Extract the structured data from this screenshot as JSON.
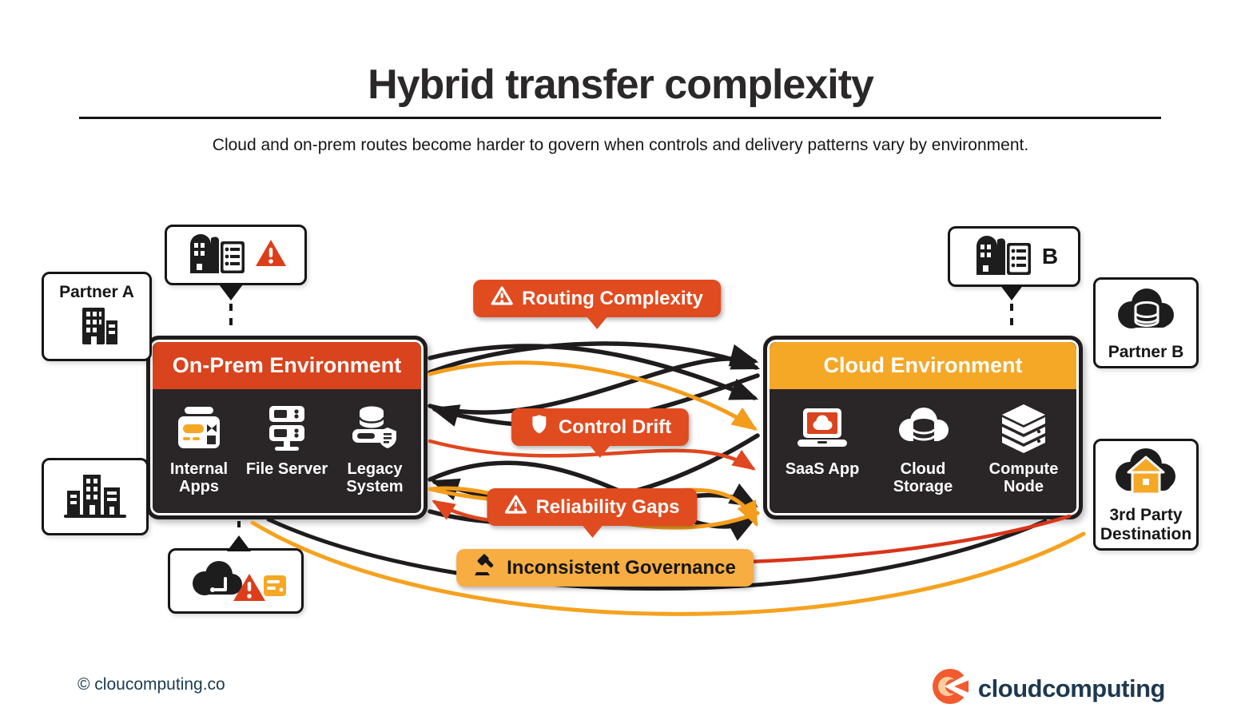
{
  "page": {
    "title": "Hybrid transfer complexity",
    "subtitle": "Cloud and on-prem routes become harder to govern when controls and delivery patterns vary by environment."
  },
  "onprem": {
    "title": "On-Prem Environment",
    "items": [
      {
        "label": "Internal Apps",
        "icon": "internal-apps-icon"
      },
      {
        "label": "File Server",
        "icon": "file-server-icon"
      },
      {
        "label": "Legacy System",
        "icon": "legacy-system-icon"
      }
    ]
  },
  "cloud": {
    "title": "Cloud Environment",
    "items": [
      {
        "label": "SaaS App",
        "icon": "saas-app-icon"
      },
      {
        "label": "Cloud Storage",
        "icon": "cloud-storage-icon"
      },
      {
        "label": "Compute Node",
        "icon": "compute-node-icon"
      }
    ]
  },
  "badges": {
    "routing": {
      "label": "Routing Complexity",
      "icon": "warning-triangle-icon"
    },
    "control": {
      "label": "Control Drift",
      "icon": "shield-icon"
    },
    "reliability": {
      "label": "Reliability Gaps",
      "icon": "warning-triangle-icon"
    },
    "governance": {
      "label": "Inconsistent Governance",
      "icon": "gavel-icon"
    }
  },
  "partners": {
    "partner_a": "Partner A",
    "partner_b": "Partner B",
    "third_party": "3rd Party Destination",
    "site_b_label": "B"
  },
  "footer": {
    "copyright": "© cloucomputing.co",
    "brand": "cloudcomputing"
  },
  "colors": {
    "accent_red": "#e14b20",
    "header_red": "#d9431d",
    "accent_orange": "#f5a726",
    "badge_orange": "#f7ad42",
    "panel_dark": "#2a2627",
    "line_black": "#1f1c1d",
    "brand_navy": "#1d3950",
    "brand_coral": "#f25b2f"
  }
}
